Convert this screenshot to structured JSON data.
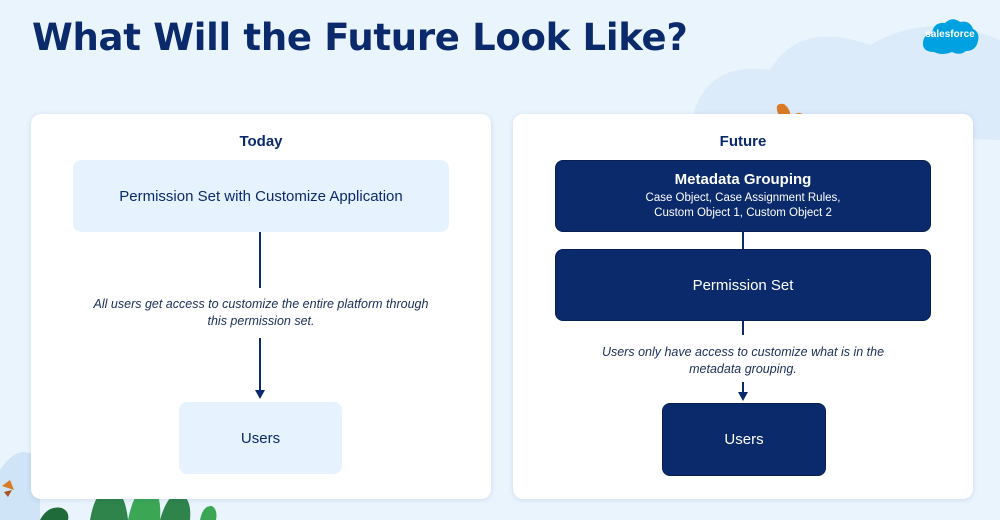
{
  "title": "What Will the Future Look Like?",
  "logo": {
    "text": "salesforce",
    "color": "#00a1e0"
  },
  "colors": {
    "navy": "#0b2a6b",
    "light_box": "#e6f3fe",
    "background": "#eaf4fd"
  },
  "today": {
    "label": "Today",
    "permission_box": "Permission Set with Customize Application",
    "note": "All users get access to customize the entire platform through this permission set.",
    "users": "Users"
  },
  "future": {
    "label": "Future",
    "metadata_title": "Metadata Grouping",
    "metadata_items_line1": "Case Object, Case Assignment Rules,",
    "metadata_items_line2": "Custom Object 1, Custom Object 2",
    "permission_box": "Permission Set",
    "note": "Users only have access to customize what is in the metadata grouping.",
    "users": "Users"
  }
}
